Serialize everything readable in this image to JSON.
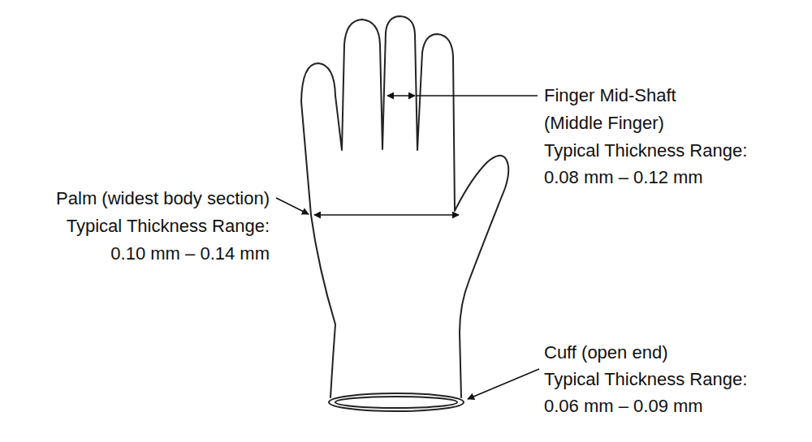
{
  "diagram": {
    "labels": [
      "Finger Mid-Shaft",
      "(Middle Finger)",
      "Typical Thickness Range:",
      "0.08 mm – 0.12 mm",
      "Palm (widest body section)",
      "Typical Thickness Range:",
      "0.10 mm – 0.14 mm",
      "Cuff (open end)",
      "Typical Thickness Range:",
      "0.06 mm – 0.09 mm"
    ]
  }
}
